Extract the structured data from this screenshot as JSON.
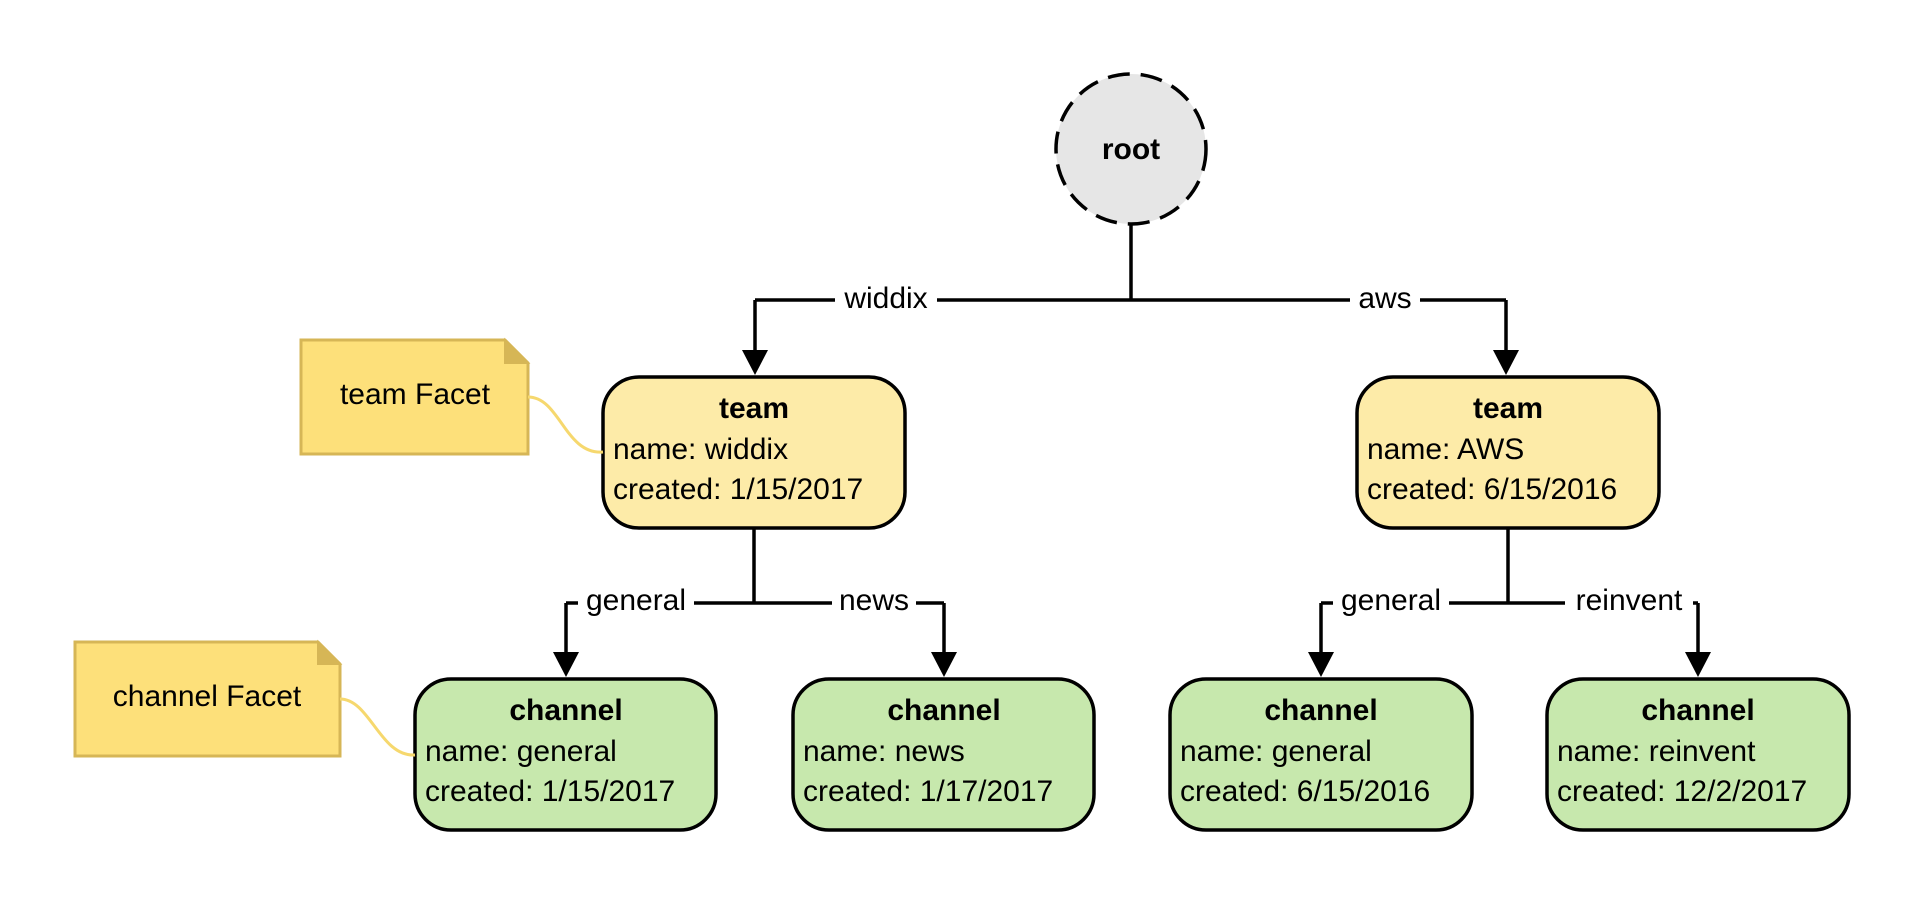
{
  "colors": {
    "root_fill": "#e6e6e6",
    "team_fill": "#fdeba8",
    "channel_fill": "#c7e8ad",
    "note_fill": "#fde07a",
    "note_stroke": "#d6b656",
    "edge": "#000000"
  },
  "root": {
    "label": "root"
  },
  "edges": {
    "widdix": "widdix",
    "aws": "aws",
    "widdix_general": "general",
    "widdix_news": "news",
    "aws_general": "general",
    "aws_reinvent": "reinvent"
  },
  "teams": [
    {
      "title": "team",
      "name": "name: widdix",
      "created": "created: 1/15/2017"
    },
    {
      "title": "team",
      "name": "name: AWS",
      "created": "created: 6/15/2016"
    }
  ],
  "channels": [
    {
      "title": "channel",
      "name": "name: general",
      "created": "created: 1/15/2017"
    },
    {
      "title": "channel",
      "name": "name: news",
      "created": "created: 1/17/2017"
    },
    {
      "title": "channel",
      "name": "name: general",
      "created": "created: 6/15/2016"
    },
    {
      "title": "channel",
      "name": "name: reinvent",
      "created": "created: 12/2/2017"
    }
  ],
  "notes": {
    "team": "team Facet",
    "channel": "channel Facet"
  }
}
